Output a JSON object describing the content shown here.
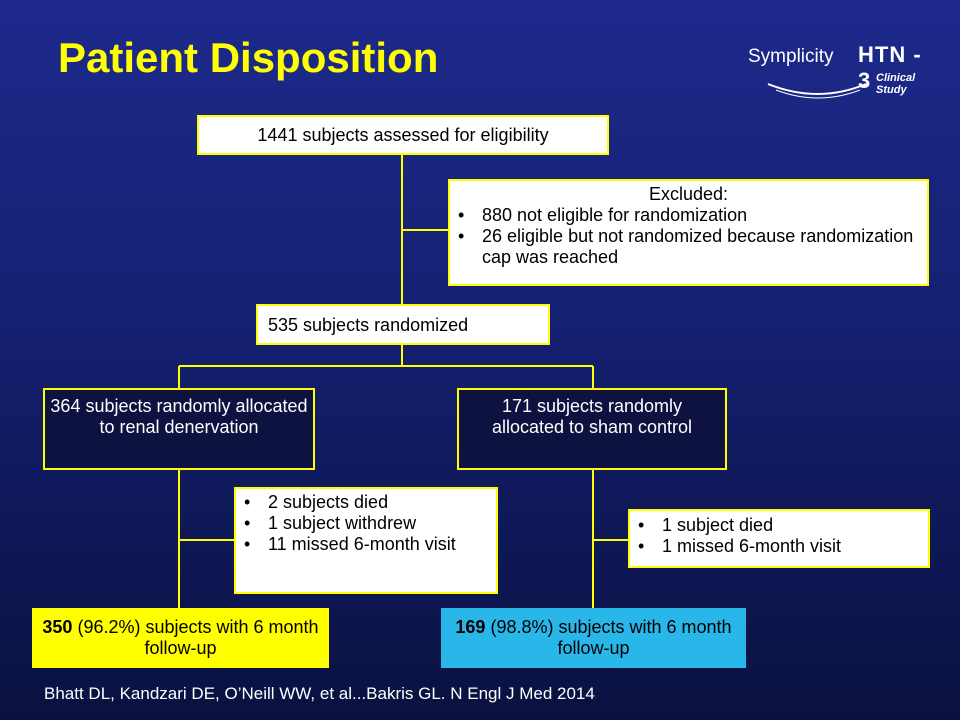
{
  "title": "Patient Disposition",
  "logo": {
    "brand": "Symplicity",
    "study": "HTN - 3",
    "sub": "Clinical Study"
  },
  "nodes": {
    "assessed": "1441 subjects assessed for eligibility",
    "excluded": {
      "heading": "Excluded:",
      "items": [
        "880 not eligible for randomization",
        "26 eligible but not randomized because randomization cap was reached"
      ]
    },
    "randomized": "535 subjects randomized",
    "renal": "364 subjects randomly allocated to renal denervation",
    "sham": "171 subjects randomly allocated to sham control",
    "renal_losses": [
      "2 subjects died",
      "1 subject withdrew",
      "11 missed 6-month visit"
    ],
    "sham_losses": [
      "1 subject died",
      "1 missed 6-month visit"
    ],
    "renal_followup": {
      "count": "350",
      "rest": " (96.2%) subjects with 6 month follow-up"
    },
    "sham_followup": {
      "count": "169",
      "rest": " (98.8%) subjects with 6 month follow-up"
    }
  },
  "citation": "Bhatt DL, Kandzari DE, O’Neill WW, et al...Bakris GL. N Engl J Med 2014",
  "colors": {
    "accent": "#ffff00",
    "background": "#142070",
    "sham_fill": "#29b6e8"
  }
}
